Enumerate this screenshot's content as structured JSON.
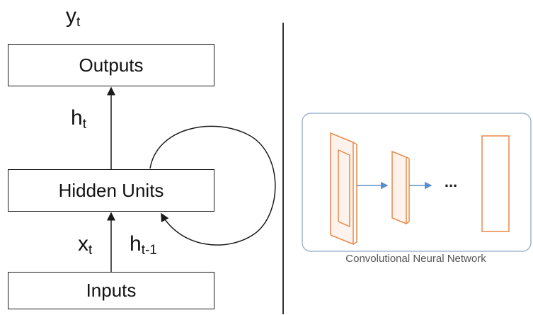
{
  "rnn": {
    "output_label": {
      "main": "y",
      "sub": "t"
    },
    "outputs_box": "Outputs",
    "hidden_state_label": {
      "main": "h",
      "sub": "t"
    },
    "hidden_box": "Hidden Units",
    "input_label": {
      "main": "x",
      "sub": "t"
    },
    "prev_hidden_label": {
      "main": "h",
      "sub": "t-1"
    },
    "inputs_box": "Inputs"
  },
  "cnn": {
    "ellipsis": "...",
    "caption": "Convolutional Neural Network"
  },
  "colors": {
    "line": "#1a1a1a",
    "cnn_layer": "#e8894a",
    "cnn_arrow": "#5b8fc9",
    "cnn_frame": "#9fb6cf"
  }
}
